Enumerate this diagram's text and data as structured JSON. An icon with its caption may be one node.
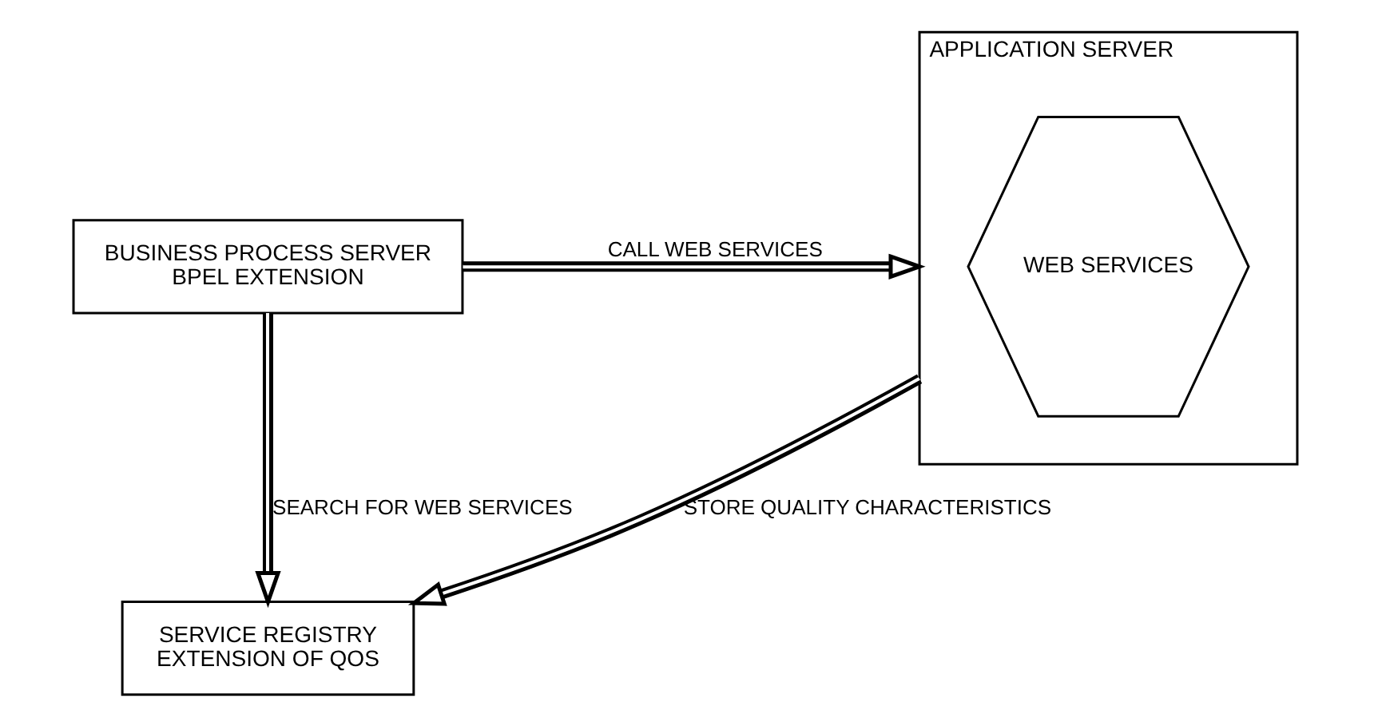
{
  "diagram": {
    "nodes": [
      {
        "text": [
          "BUSINESS PROCESS SERVER",
          "BPEL EXTENSION"
        ]
      },
      {
        "text": [
          "APPLICATION SERVER"
        ]
      },
      {
        "text": [
          "WEB SERVICES"
        ],
        "in": 1
      },
      {
        "text": [
          "SERVICE REGISTRY",
          "EXTENSION OF QOS"
        ]
      }
    ],
    "edges": [
      {
        "from": 0,
        "to": 1,
        "arrow": "to",
        "label": "CALL WEB SERVICES"
      },
      {
        "from": 0,
        "to": 3,
        "arrow": "to",
        "label": "SEARCH FOR WEB SERVICES"
      },
      {
        "from": 1,
        "to": 3,
        "arrow": "to",
        "label": "STORE QUALITY CHARACTERISTICS"
      }
    ]
  }
}
